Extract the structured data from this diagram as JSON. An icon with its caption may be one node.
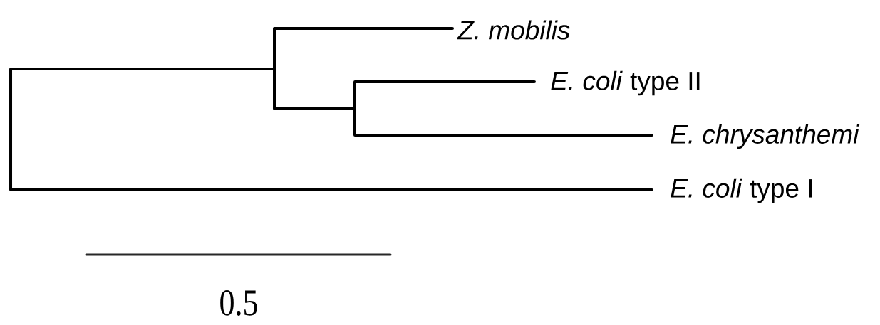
{
  "diagram": {
    "nodes": [
      {
        "text": [
          "Z. mobilis"
        ]
      },
      {
        "text": [
          "*E. coli* type II"
        ]
      },
      {
        "text": [
          "E. chrysanthemi"
        ]
      },
      {
        "text": [
          "*E. coli* type I"
        ]
      }
    ],
    "labels": [
      "0.5"
    ]
  }
}
